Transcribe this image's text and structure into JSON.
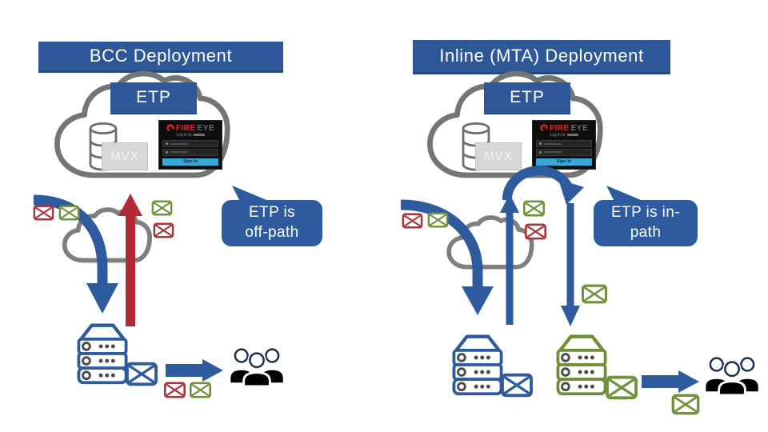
{
  "slide": {
    "left": {
      "title": "BCC Deployment",
      "etp_label": "ETP",
      "mvx_label": "MVX",
      "bubble_line1": "ETP is",
      "bubble_line2": "off-path"
    },
    "right": {
      "title": "Inline (MTA) Deployment",
      "etp_label": "ETP",
      "mvx_label": "MVX",
      "bubble_line1": "ETP is in-",
      "bubble_line2": "path"
    },
    "fireeye_panel": {
      "logo_fire": "FIRE",
      "logo_eye": "EYE",
      "login_heading": "Log in to",
      "signin_label": "Sign In"
    },
    "colors": {
      "banner_blue": "#2E5797",
      "arrow_blue": "#2E5B9E",
      "arrow_red": "#B02B35",
      "envelope_red": "#A93439",
      "envelope_green": "#71923C",
      "server_blue": "#2E5B9E",
      "server_green": "#6E8F3A",
      "cloud_gray": "#757575",
      "mvx_gray": "#D7D7D7",
      "fireeye_red": "#E8242A",
      "signin_blue": "#3AA7D9"
    }
  }
}
